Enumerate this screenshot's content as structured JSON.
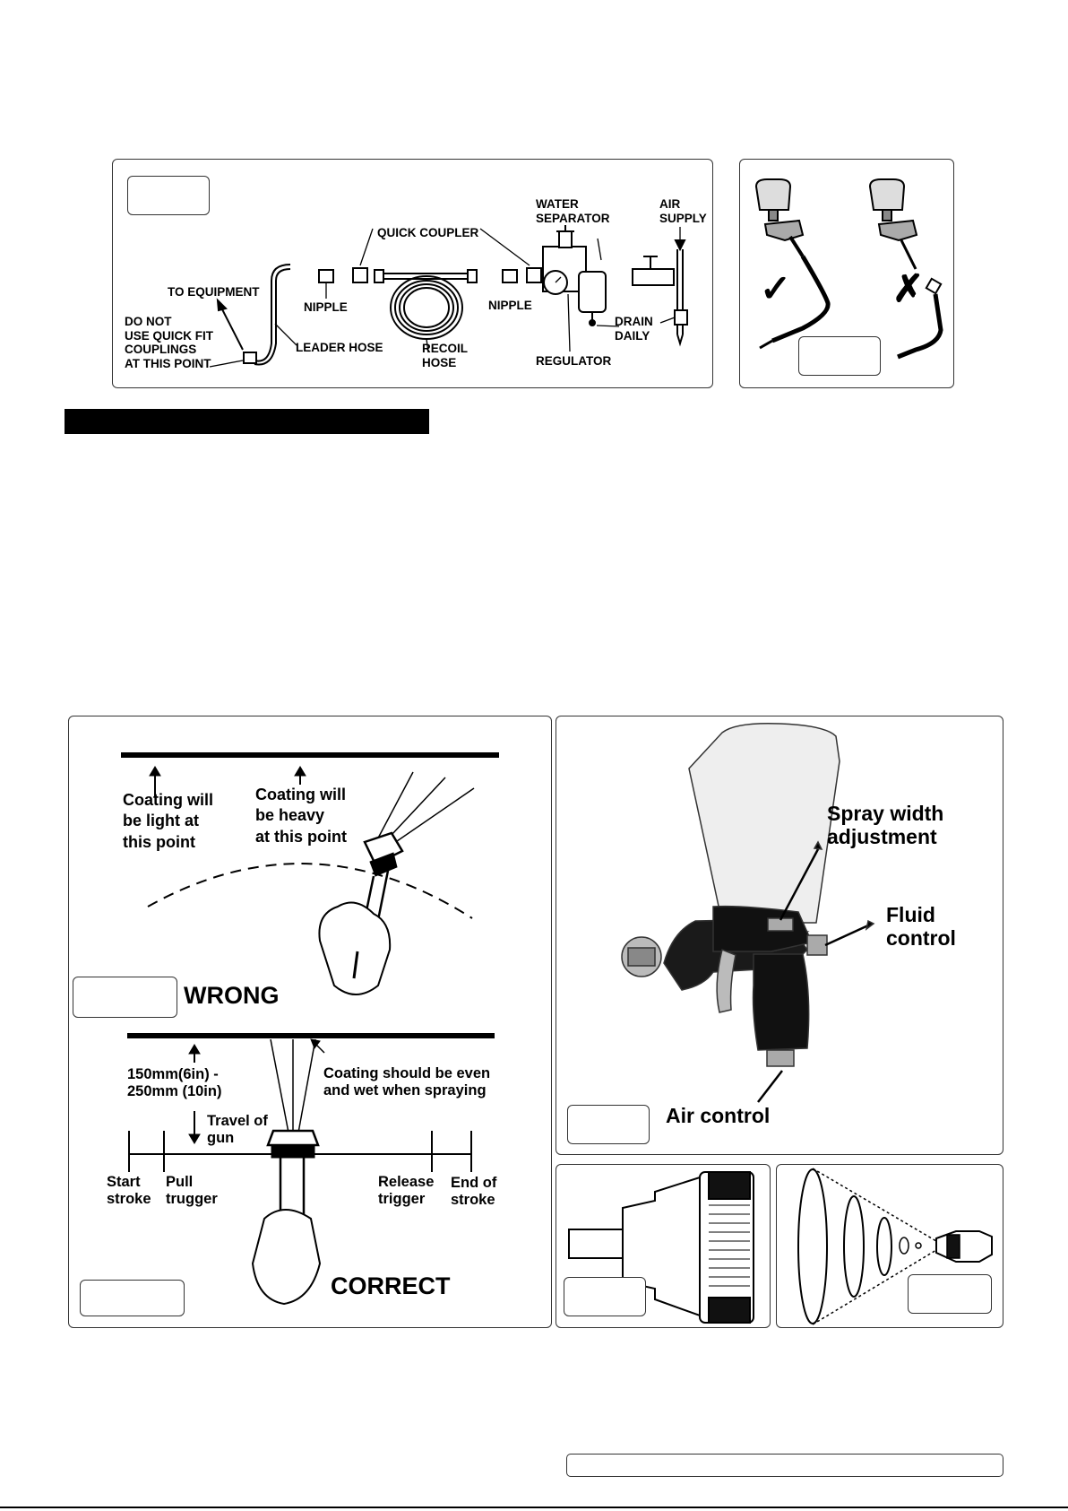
{
  "air_supply_diagram": {
    "labels": {
      "to_equipment": "TO EQUIPMENT",
      "do_not_use": "DO NOT\nUSE QUICK FIT\nCOUPLINGS\nAT THIS POINT",
      "quick_coupler": "QUICK COUPLER",
      "nipple_left": "NIPPLE",
      "nipple_right": "NIPPLE",
      "leader_hose": "LEADER HOSE",
      "recoil_hose": "RECOIL\nHOSE",
      "water_separator": "WATER\nSEPARATOR",
      "regulator": "REGULATOR",
      "air_supply": "AIR\nSUPPLY",
      "drain_daily": "DRAIN\nDAILY"
    }
  },
  "coupling_check": {
    "correct_mark": "✓",
    "wrong_mark": "✗"
  },
  "spray_technique": {
    "wrong": {
      "coating_light": "Coating will\nbe light at\nthis point",
      "coating_heavy": "Coating will\nbe heavy\nat this point",
      "verdict": "WRONG"
    },
    "correct": {
      "distance": "150mm(6in) -\n250mm (10in)",
      "coating_even": "Coating should be even\nand wet when spraying",
      "travel": "Travel of\ngun",
      "start_stroke": "Start\nstroke",
      "pull_trigger": "Pull\ntrugger",
      "release_trigger": "Release\ntrigger",
      "end_stroke": "End of\nstroke",
      "verdict": "CORRECT"
    }
  },
  "gun_controls": {
    "spray_width": "Spray width\nadjustment",
    "fluid_control": "Fluid\ncontrol",
    "air_control": "Air control"
  }
}
